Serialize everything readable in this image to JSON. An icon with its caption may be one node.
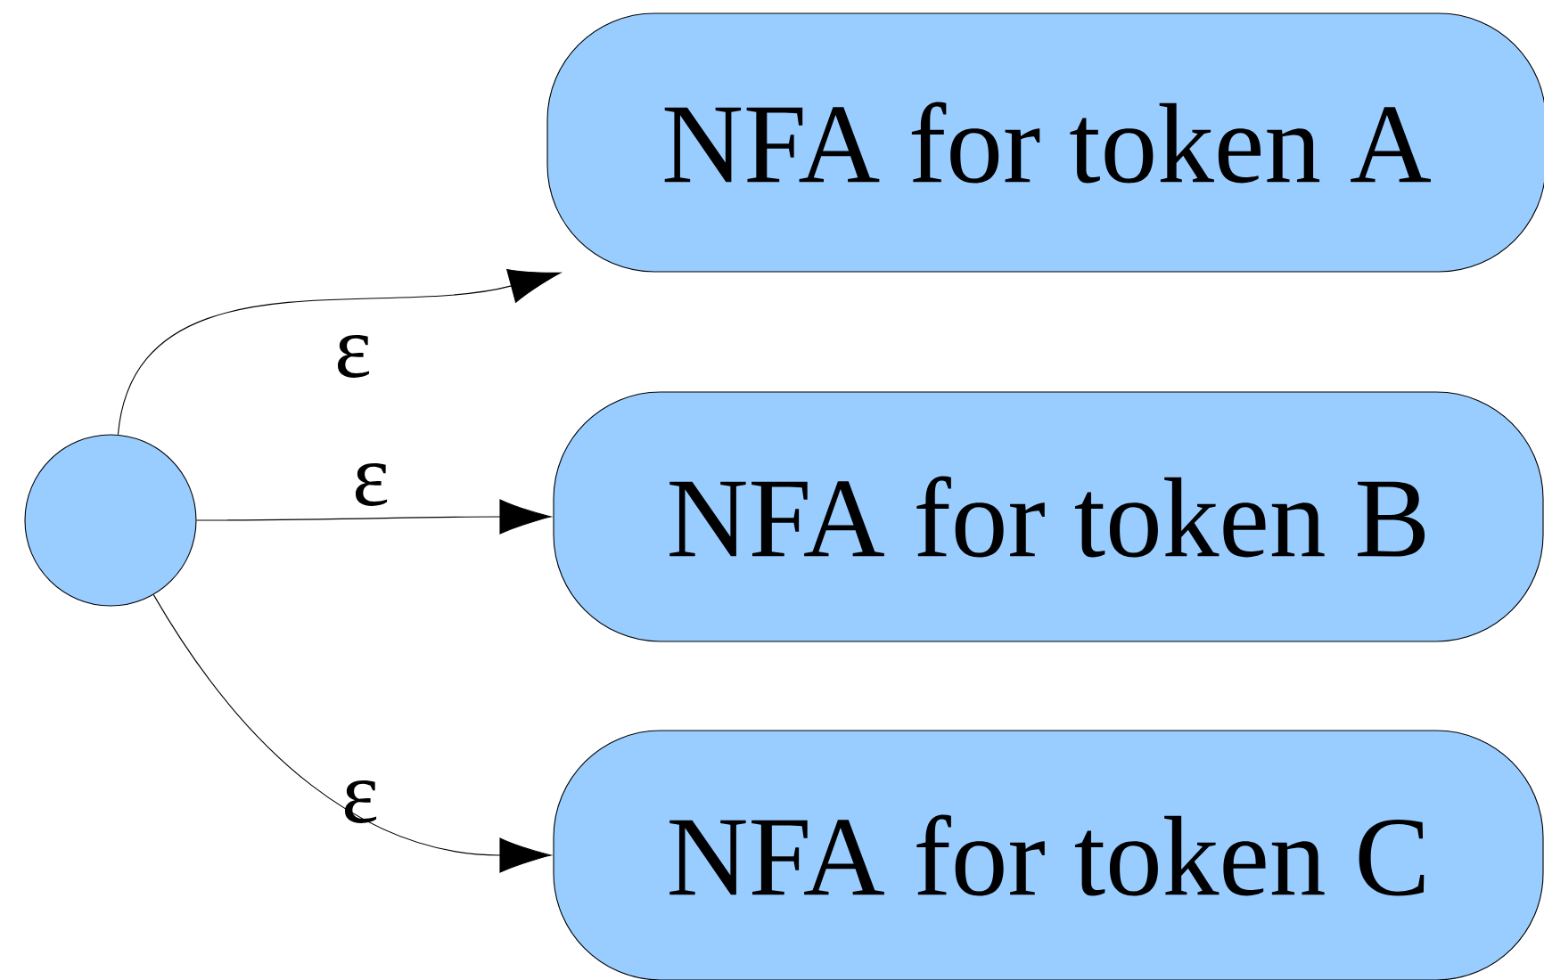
{
  "diagram": {
    "nodes": [
      {
        "text": [],
        "shape": "circle"
      },
      {
        "text": [
          "NFA for token A"
        ]
      },
      {
        "text": [
          "NFA for token B"
        ]
      },
      {
        "text": [
          "NFA for token C"
        ]
      }
    ],
    "edges": [
      {
        "from": 0,
        "to": 1,
        "arrow": "to",
        "label": "ε"
      },
      {
        "from": 0,
        "to": 2,
        "arrow": "to",
        "label": "ε"
      },
      {
        "from": 0,
        "to": 3,
        "arrow": "to",
        "label": "ε"
      }
    ]
  }
}
